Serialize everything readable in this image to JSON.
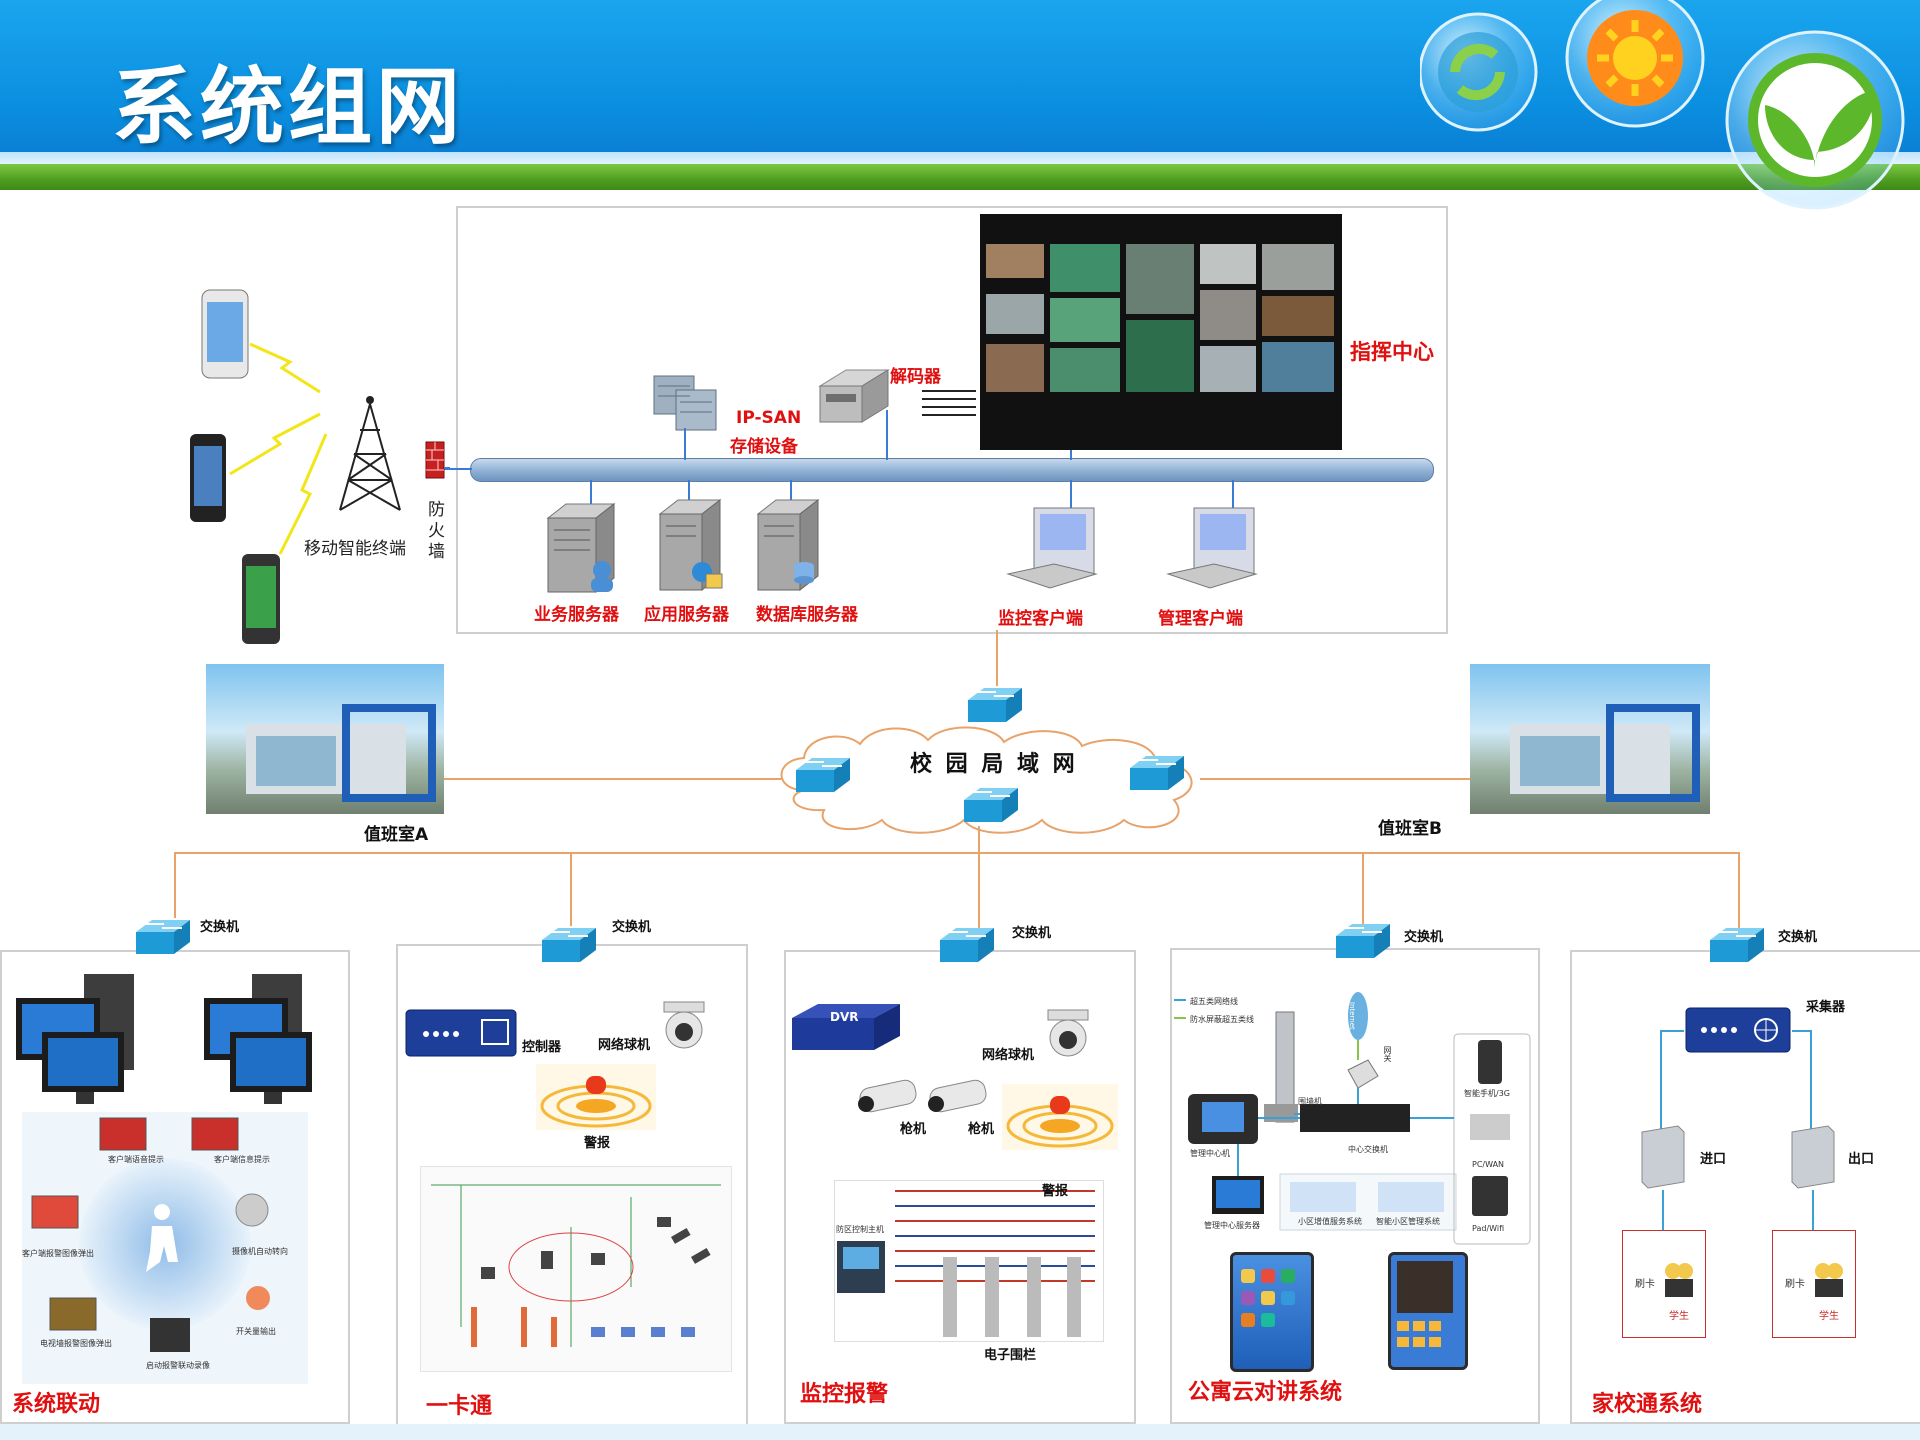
{
  "title": "系统组网",
  "command_center": {
    "title": "指挥中心",
    "decoder": "解码器",
    "ipsan": "IP-SAN",
    "ipsan_sub": "存储设备",
    "biz_server": "业务服务器",
    "app_server": "应用服务器",
    "db_server": "数据库服务器",
    "monitor_client": "监控客户端",
    "mgmt_client": "管理客户端"
  },
  "mobile": {
    "label": "移动智能终端",
    "firewall": "防\n火\n墙"
  },
  "lan": {
    "label": "校 园 局 域 网",
    "duty_a": "值班室A",
    "duty_b": "值班室B"
  },
  "switch_label": "交换机",
  "subsystems": {
    "linkage": {
      "title": "系统联动",
      "items": [
        "客户端语音提示",
        "客户端信息提示",
        "客户端报警图像弹出",
        "摄像机自动转向",
        "电视墙报警图像弹出",
        "开关量输出",
        "启动报警联动录像"
      ]
    },
    "card": {
      "title": "一卡通",
      "controller": "控制器",
      "dome": "网络球机",
      "alarm": "警报"
    },
    "monitor": {
      "title": "监控报警",
      "dvr": "DVR",
      "dome": "网络球机",
      "gun1": "枪机",
      "gun2": "枪机",
      "alarm": "警报",
      "fence": "电子围栏",
      "fence_host": "防区控制主机"
    },
    "intercom": {
      "title": "公寓云对讲系统",
      "legend1": "超五类网络线",
      "legend2": "防水屏蔽超五类线",
      "internet": "Internet",
      "gateway": "网关",
      "wall": "围墙机",
      "center": "管理中心机",
      "switch": "中心交换机",
      "server": "管理中心服务器",
      "svc1": "小区增值服务系统",
      "svc2": "智能小区管理系统",
      "phone": "智能手机/3G",
      "pc": "PC/WAN",
      "pad": "Pad/Wifi"
    },
    "school": {
      "title": "家校通系统",
      "collector": "采集器",
      "entry": "进口",
      "exit": "出口",
      "swipe": "刷卡",
      "student": "学生"
    }
  }
}
